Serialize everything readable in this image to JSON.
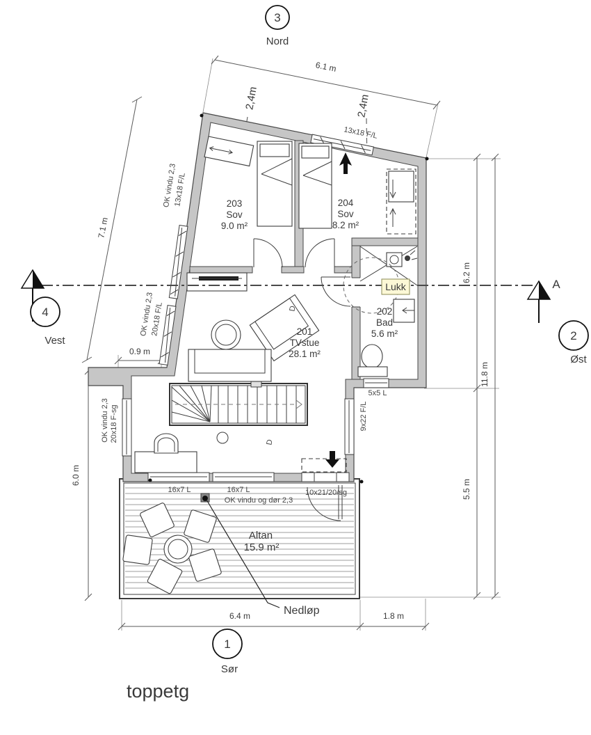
{
  "title": "toppetg",
  "colors": {
    "wall": "#c6c6c6",
    "line": "#3f3f3f",
    "lukk_bg": "#fcf8d6",
    "deck": "#9c9c9c"
  },
  "compass": {
    "north": {
      "num": "3",
      "label": "Nord"
    },
    "south": {
      "num": "1",
      "label": "Sør"
    },
    "east": {
      "num": "2",
      "label": "Øst"
    },
    "west": {
      "num": "4",
      "label": "Vest"
    }
  },
  "section": {
    "letter": "A"
  },
  "rooms": {
    "r203": {
      "num": "203",
      "name": "Sov",
      "area": "9.0 m²"
    },
    "r204": {
      "num": "204",
      "name": "Sov",
      "area": "8.2 m²"
    },
    "r201": {
      "num": "201",
      "name": "TVstue",
      "area": "28.1 m²"
    },
    "r202": {
      "num": "202",
      "name": "Bad",
      "area": "5.6 m²"
    },
    "altan": {
      "name": "Altan",
      "area": "15.9 m²"
    }
  },
  "dims": {
    "north": "6.1 m",
    "west_upper": "7.1 m",
    "west_step": "0.9 m",
    "west_lower": "6.0 m",
    "east_upper": "6.2 m",
    "east_lower": "5.5 m",
    "east_total": "11.8 m",
    "south_main": "6.4 m",
    "south_balcony": "1.8 m",
    "height1": "2,4m",
    "height2": "2,4m"
  },
  "windows": {
    "w_upper_1": "OK vindu 2,3",
    "w_upper_2": "13x18 F/L",
    "w_mid_1": "OK vindu 2,3",
    "w_mid_2": "20x18 F/L",
    "w_lower_1": "OK vindu 2,3",
    "w_lower_2": "20x18 F-sg",
    "north": "13x18 F/L",
    "bath": "5x5 L",
    "east": "9x22 F/L",
    "south_a": "16x7 L",
    "south_b": "16x7 L",
    "south_note": "OK vindu og dør 2,3",
    "door": "10x21/20/sg"
  },
  "notes": {
    "lukk": "Lukk",
    "nedlop": "Nedløp",
    "d1": "D",
    "d2": "D"
  }
}
